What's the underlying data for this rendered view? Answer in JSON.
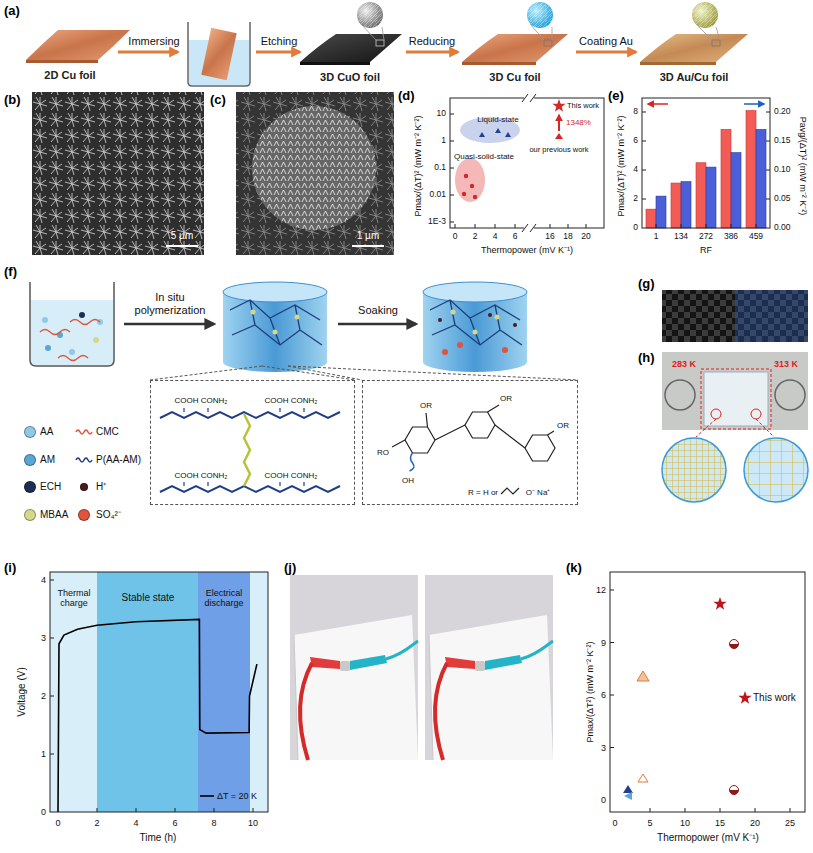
{
  "diagram": {
    "nodes": [
      {
        "text": [
          "COOH CONH₂",
          "COOH CONH₂",
          "COOH CONH₂",
          "COOH CONH₂"
        ]
      },
      {
        "text": [
          "RO",
          "OR",
          "OR",
          "OR",
          "OH",
          "R = H or",
          "O⁻ Na⁺"
        ]
      }
    ],
    "labels": [
      "(a)",
      "2D Cu foil",
      "Immersing",
      "Etching",
      "3D CuO foil",
      "Reducing",
      "3D Cu foil",
      "Coating Au",
      "3D Au/Cu foil",
      "(b)",
      "5 µm",
      "(c)",
      "1 µm",
      "(d)",
      "Pmax/(ΔT)² (mW m⁻² K⁻²)",
      "10",
      "1",
      "0.1",
      "0.01",
      "1E-3",
      "0",
      "2",
      "4",
      "6",
      "16",
      "18",
      "20",
      "Thermopower (mV K⁻¹)",
      "Liquid-state",
      "Quasi-solid-state",
      "This work",
      "1348%",
      "our previous work",
      "(e)",
      "Pmax/(ΔT)² (mW m⁻² K⁻²)",
      "Pavg/(ΔT)² (mW m⁻² K⁻²)",
      "0",
      "2",
      "4",
      "6",
      "8",
      "0.00",
      "0.05",
      "0.10",
      "0.15",
      "0.20",
      "1",
      "134",
      "272",
      "386",
      "459",
      "RF",
      "(f)",
      "In situ polymerization",
      "Soaking",
      "(g)",
      "(h)",
      "283 K",
      "313 K",
      "(i)",
      "Voltage (V)",
      "0",
      "1",
      "2",
      "3",
      "4",
      "0",
      "2",
      "4",
      "6",
      "8",
      "10",
      "Time (h)",
      "Thermal charge",
      "Stable state",
      "Electrical discharge",
      "(j)",
      "(k)",
      "Pmax/(ΔT²) (mW m⁻² K⁻²)",
      "0",
      "3",
      "6",
      "9",
      "12",
      "0",
      "5",
      "10",
      "15",
      "20",
      "25",
      "Thermopower (mV K⁻¹)"
    ],
    "legend": [
      {
        "text": "AA",
        "color": "#8ec9e8"
      },
      {
        "text": "AM",
        "color": "#5aa7d6"
      },
      {
        "text": "ECH",
        "color": "#1c2f52"
      },
      {
        "text": "MBAA",
        "color": "#d6d78a"
      },
      {
        "text": "CMC"
      },
      {
        "text": "P(AA-AM)"
      },
      {
        "text": "H⁺",
        "color": "#4a1c1c"
      },
      {
        "text": "SO₄²⁻",
        "color": "#e0533d"
      },
      {
        "text": "ΔT = 20 K"
      },
      {
        "text": "This work"
      }
    ]
  }
}
